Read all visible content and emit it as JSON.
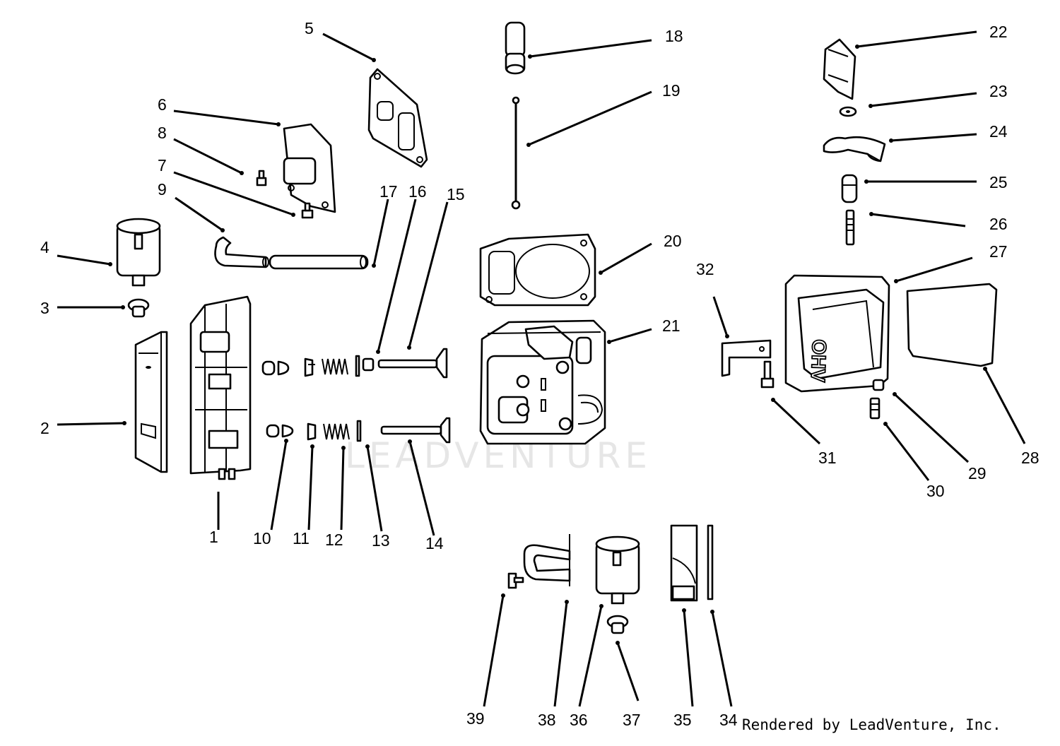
{
  "watermark": "LEADVENTURE",
  "credit": "Rendered by LeadVenture, Inc.",
  "callouts": {
    "c1": "1",
    "c2": "2",
    "c3": "3",
    "c4": "4",
    "c5": "5",
    "c6": "6",
    "c7": "7",
    "c8": "8",
    "c9": "9",
    "c10": "10",
    "c11": "11",
    "c12": "12",
    "c13": "13",
    "c14": "14",
    "c15": "15",
    "c16": "16",
    "c17": "17",
    "c18": "18",
    "c19": "19",
    "c20": "20",
    "c21": "21",
    "c22": "22",
    "c23": "23",
    "c24": "24",
    "c25": "25",
    "c26": "26",
    "c27": "27",
    "c28": "28",
    "c29": "29",
    "c30": "30",
    "c31": "31",
    "c32": "32",
    "c34": "34",
    "c35": "35",
    "c36": "36",
    "c37": "37",
    "c38": "38",
    "c39": "39"
  },
  "cover_logo": "OHV"
}
